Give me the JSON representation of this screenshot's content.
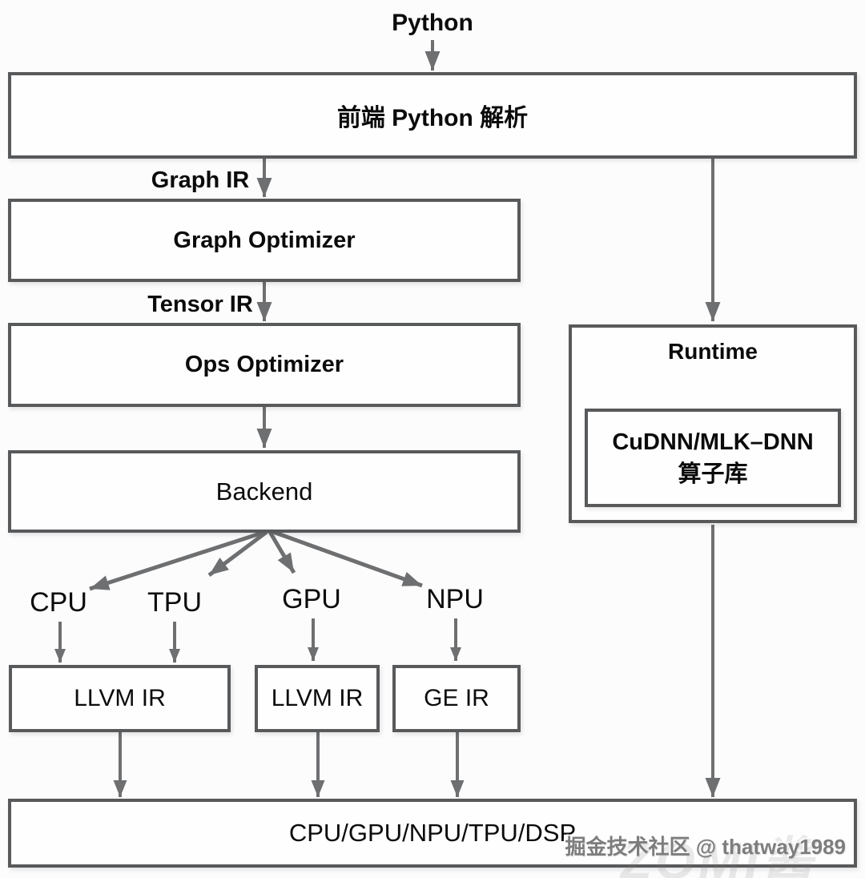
{
  "colors": {
    "border": "#58595b",
    "arrow": "#6e6f71",
    "text": "#0b0b0b",
    "watermark": "#7d7d7d",
    "background": "#fcfcfc"
  },
  "nodes": {
    "python": "Python",
    "frontend": "前端 Python 解析",
    "graph_optimizer": "Graph Optimizer",
    "ops_optimizer": "Ops Optimizer",
    "backend": "Backend",
    "llvm_ir_left": "LLVM IR",
    "llvm_ir_mid": "LLVM IR",
    "ge_ir": "GE IR",
    "runtime": "Runtime",
    "kernel_lib_line1": "CuDNN/MLK–DNN",
    "kernel_lib_line2": "算子库",
    "hardware": "CPU/GPU/NPU/TPU/DSP"
  },
  "edge_labels": {
    "graph_ir": "Graph IR",
    "tensor_ir": "Tensor IR"
  },
  "targets": {
    "cpu": "CPU",
    "tpu": "TPU",
    "gpu": "GPU",
    "npu": "NPU"
  },
  "watermark": {
    "community": "掘金技术社区 @ thatway1989",
    "ghost": "ZOMI酱"
  }
}
